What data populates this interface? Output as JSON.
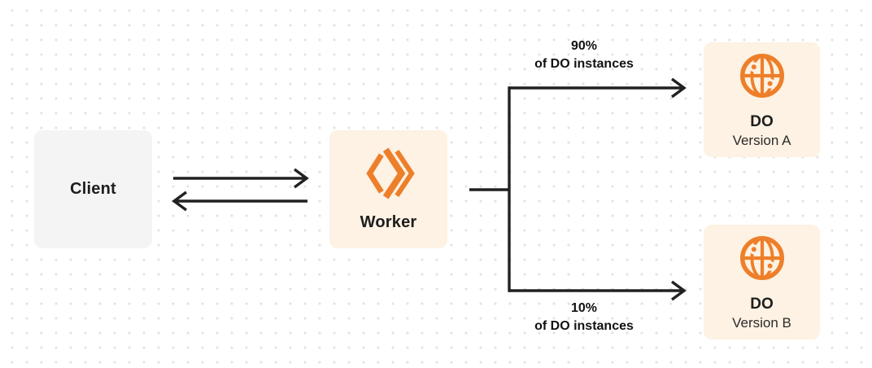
{
  "colors": {
    "accent_orange": "#ee7f2a",
    "box_cream": "#fdf2e3",
    "box_gray": "#f4f4f5",
    "arrow_dark": "#212121",
    "dot_grid": "#e3e3e4",
    "text_dark": "#1d1d1d"
  },
  "nodes": {
    "client": {
      "label": "Client"
    },
    "worker": {
      "label": "Worker",
      "icon": "workers-logo-icon"
    },
    "do_version_a": {
      "title": "DO",
      "subtitle": "Version A",
      "icon": "globe-icon"
    },
    "do_version_b": {
      "title": "DO",
      "subtitle": "Version B",
      "icon": "globe-icon"
    }
  },
  "edges": {
    "branch_top": {
      "percent": "90%",
      "caption": "of DO instances"
    },
    "branch_bottom": {
      "percent": "10%",
      "caption": "of DO instances"
    }
  }
}
